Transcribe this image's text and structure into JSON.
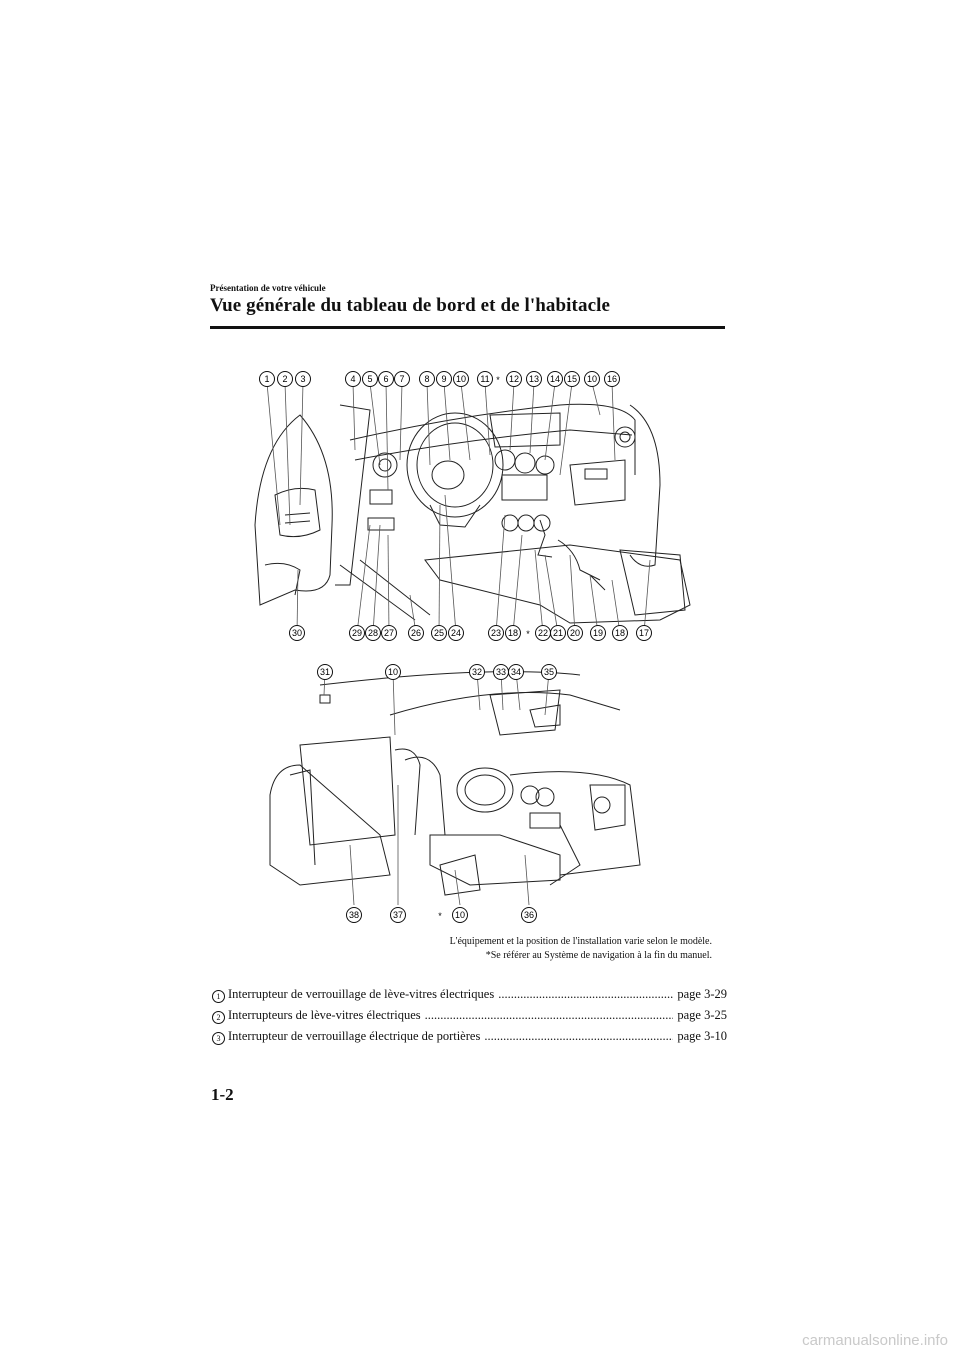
{
  "header": {
    "section_label": "Présentation de votre véhicule",
    "title": "Vue générale du tableau de bord et de l'habitacle"
  },
  "figure": {
    "callouts_top": [
      "1",
      "2",
      "3",
      "4",
      "5",
      "6",
      "7",
      "8",
      "9",
      "10",
      "11",
      "*",
      "12",
      "13",
      "14",
      "15",
      "10",
      "16"
    ],
    "callouts_bottom_row": [
      "30",
      "29",
      "28",
      "27",
      "26",
      "25",
      "24",
      "23",
      "18",
      "*",
      "22",
      "21",
      "20",
      "19",
      "18",
      "17"
    ],
    "callouts_lower_top": [
      "31",
      "10",
      "32",
      "33",
      "34",
      "35"
    ],
    "callouts_lower_bottom": [
      "38",
      "37",
      "*",
      "10",
      "36"
    ],
    "caption_line1": "L'équipement et la position de l'installation varie selon le modèle.",
    "caption_line2": "*Se référer au Système de navigation à la fin du manuel."
  },
  "items": [
    {
      "num": "1",
      "label": "Interrupteur de verrouillage de lève-vitres électriques",
      "ref": "page 3-29"
    },
    {
      "num": "2",
      "label": "Interrupteurs de lève-vitres électriques",
      "ref": "page 3-25"
    },
    {
      "num": "3",
      "label": "Interrupteur de verrouillage électrique de portières",
      "ref": "page 3-10"
    }
  ],
  "footer": {
    "page_number": "1-2",
    "watermark": "carmanualsonline.info"
  }
}
